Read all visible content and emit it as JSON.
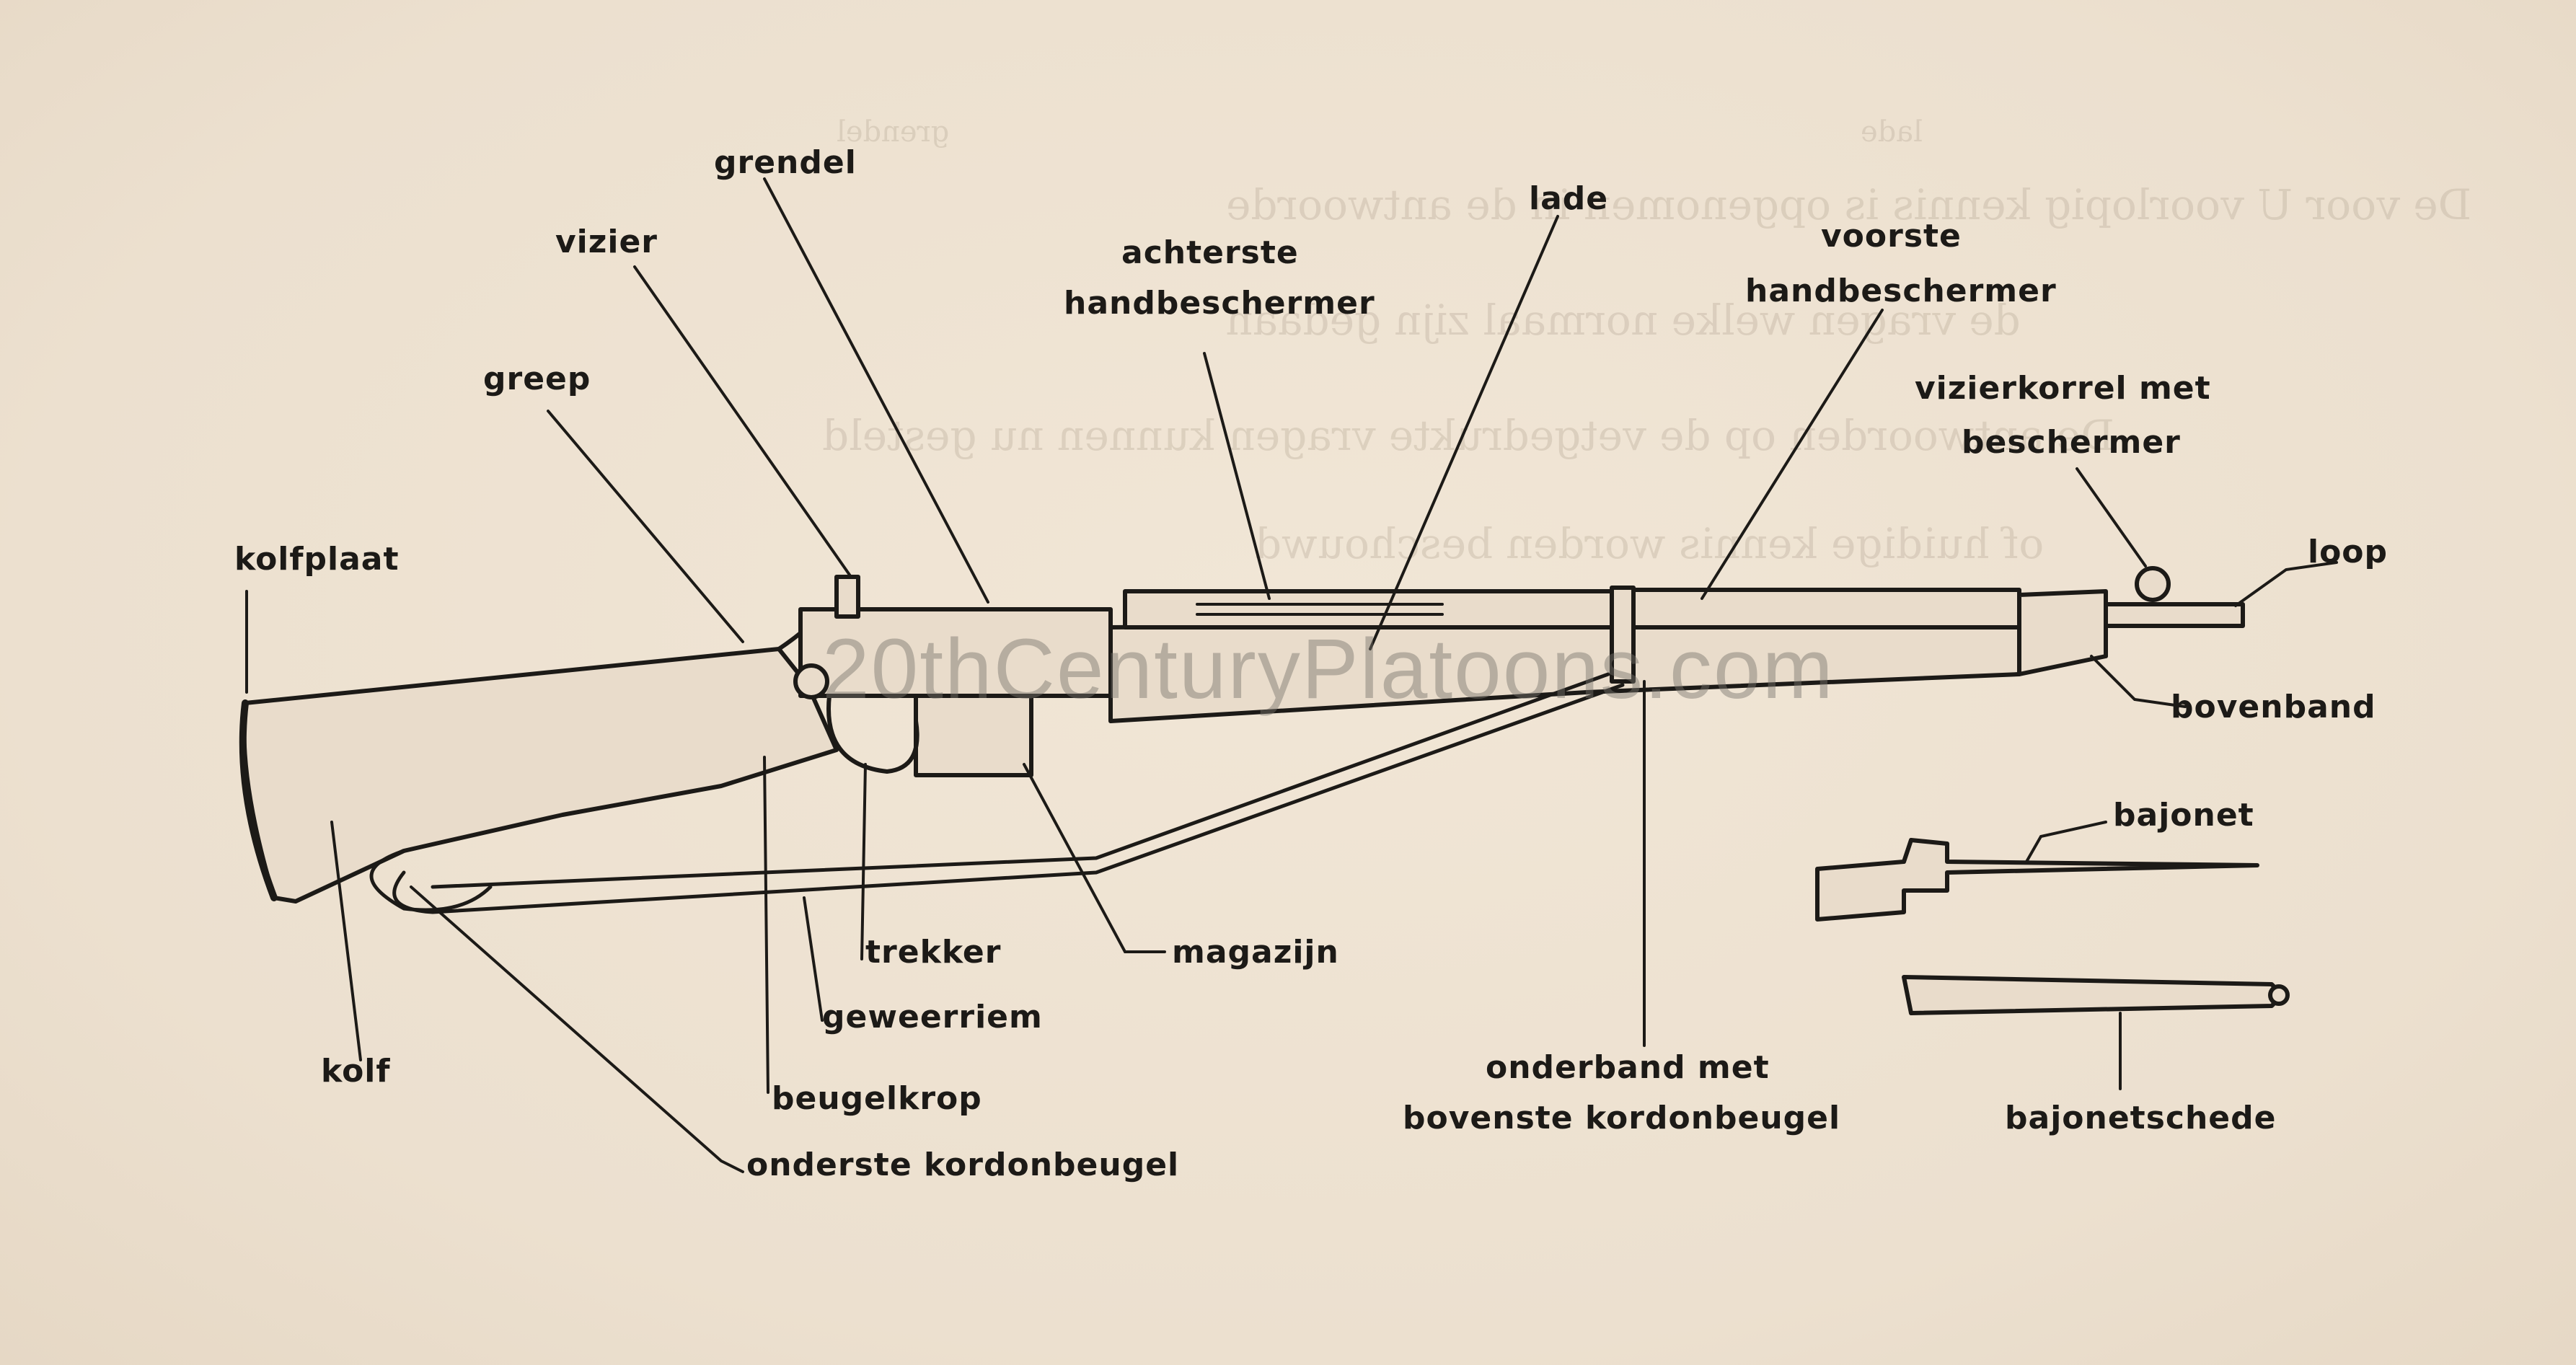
{
  "labels": {
    "grendel": "grendel",
    "lade": "lade",
    "vizier": "vizier",
    "achterste_1": "achterste",
    "achterste_2": "handbeschermer",
    "voorste_1": "voorste",
    "voorste_2": "handbeschermer",
    "greep": "greep",
    "vizierkorrel_1": "vizierkorrel met",
    "vizierkorrel_2": "beschermer",
    "kolfplaat": "kolfplaat",
    "loop": "loop",
    "bovenband": "bovenband",
    "bajonet": "bajonet",
    "trekker": "trekker",
    "magazijn": "magazijn",
    "geweerriem": "geweerriem",
    "kolf": "kolf",
    "onderband_1": "onderband met",
    "onderband_2": "bovenste kordonbeugel",
    "bajonetschede": "bajonetschede",
    "beugelkrop": "beugelkrop",
    "onderste_kordonbeugel": "onderste kordonbeugel"
  },
  "watermark": "20thCenturyPlatoons.com",
  "bleed_through": {
    "line1": "De voor U voorlopig kennis is opgenomen in de antwoorde",
    "line2": "de vragen welke normaal zijn gedaan",
    "line3": "De antwoorden op de vetgedrukte vragen kunnen nu gesteld",
    "line4": "of huidige kennis worden beschouwd",
    "top1": "grendel",
    "top2": "lade"
  },
  "colors": {
    "paper": "#efe4d4",
    "ink": "#1c1a17"
  }
}
